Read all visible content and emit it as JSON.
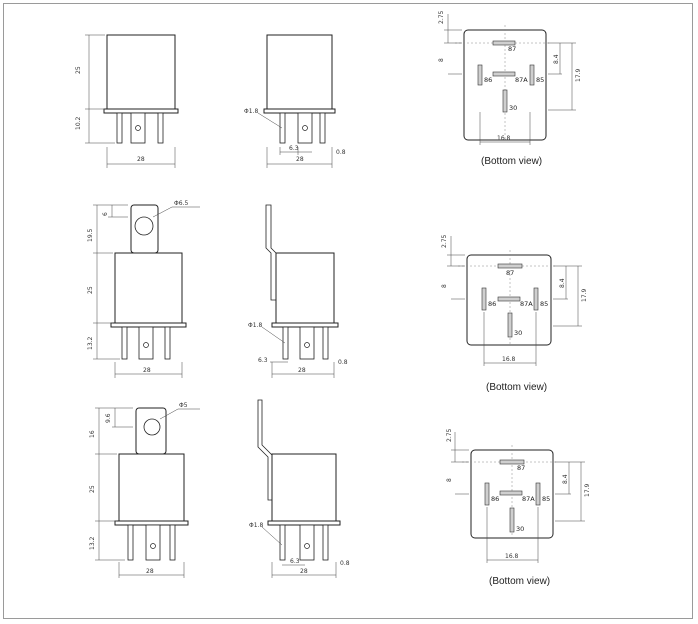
{
  "views": [
    {
      "front": {
        "height": "25",
        "pin_len": "10.2",
        "width": "28"
      },
      "side": {
        "hole": "Φ1.8",
        "pitch": "6.3",
        "width": "28",
        "thick": "0.8"
      },
      "bottom": {
        "d1": "2.75",
        "d2": "8",
        "d3": "8.4",
        "d4": "17.9",
        "d5": "16.8",
        "caption": "(Bottom view)"
      }
    },
    {
      "front": {
        "bracket": "19.5",
        "slot": "6",
        "hole": "Φ6.5",
        "height": "25",
        "pin_len": "13.2",
        "width": "28"
      },
      "side": {
        "hole": "Φ1.8",
        "pitch": "6.3",
        "width": "28",
        "thick": "0.8"
      },
      "bottom": {
        "d1": "2.75",
        "d2": "8",
        "d3": "8.4",
        "d4": "17.9",
        "d5": "16.8",
        "caption": "(Bottom view)"
      }
    },
    {
      "front": {
        "bracket": "16",
        "slot": "9.6",
        "hole": "Φ5",
        "height": "25",
        "pin_len": "13.2",
        "width": "28"
      },
      "side": {
        "hole": "Φ1.8",
        "pitch": "6.3",
        "width": "28",
        "thick": "0.8"
      },
      "bottom": {
        "d1": "2.75",
        "d2": "8",
        "d3": "8.4",
        "d4": "17.9",
        "d5": "16.8",
        "caption": "(Bottom view)"
      }
    }
  ],
  "pins": {
    "p87": "87",
    "p86": "86",
    "p87a": "87A",
    "p85": "85",
    "p30": "30"
  }
}
